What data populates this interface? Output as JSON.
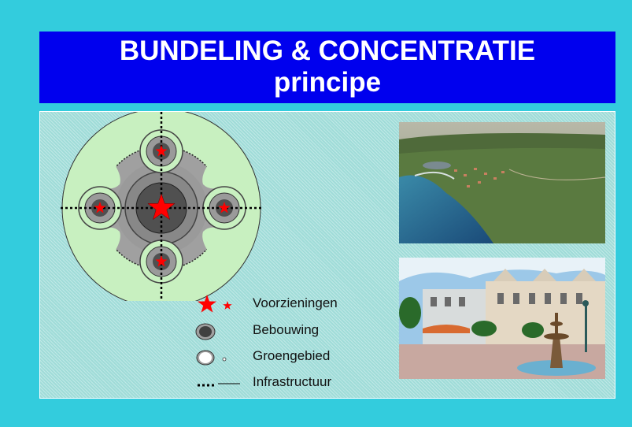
{
  "title": {
    "line1": "BUNDELING & CONCENTRATIE",
    "line2": "principe"
  },
  "legend": {
    "items": [
      {
        "label": "Voorzieningen",
        "icon": "star-icon"
      },
      {
        "label": "Bebouwing",
        "icon": "built-area-icon"
      },
      {
        "label": "Groengebied",
        "icon": "green-area-icon"
      },
      {
        "label": "Infrastructuur",
        "icon": "road-line-icon"
      }
    ]
  },
  "photos": [
    {
      "name": "aerial-coast-photo"
    },
    {
      "name": "town-square-photo"
    }
  ],
  "colors": {
    "background": "#33ccdd",
    "banner": "#0000ee",
    "panel": "#9fdcd8",
    "green_zone": "#c8f0c0",
    "built_zone": "#a0a0a0",
    "core": "#505050",
    "star": "#ff0000"
  }
}
